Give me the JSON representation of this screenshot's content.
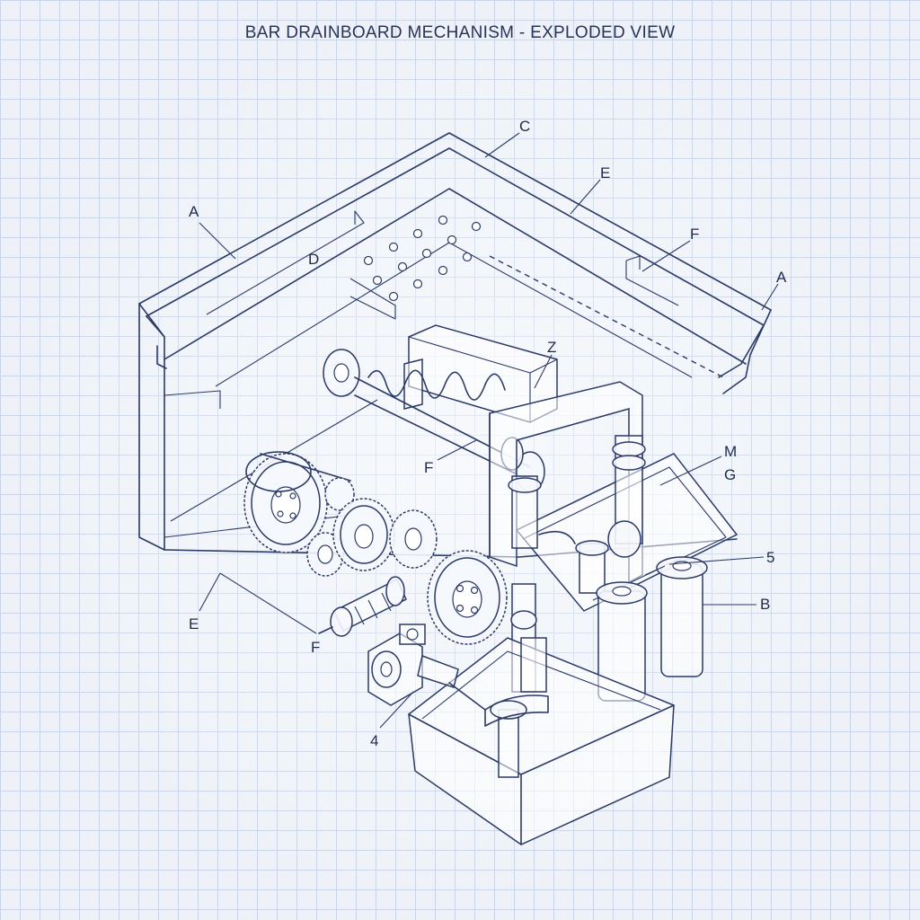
{
  "title": "BAR DRAINBOARD MECHANISM - EXPLODED VIEW",
  "labels": {
    "a_left": "A",
    "c_top": "C",
    "e_top": "E",
    "f_right": "F",
    "a_right": "A",
    "d_inner": "D",
    "z_housing": "Z",
    "f_shaft": "F",
    "m_pipe": "M",
    "g_pipe": "G",
    "five_filter": "5",
    "b_filter": "B",
    "e_bottom": "E",
    "f_bottom": "F",
    "four_pump": "4"
  },
  "colors": {
    "ink": "#2b3a66",
    "grid": "#c9d4e6",
    "paper": "#eef2f8"
  }
}
